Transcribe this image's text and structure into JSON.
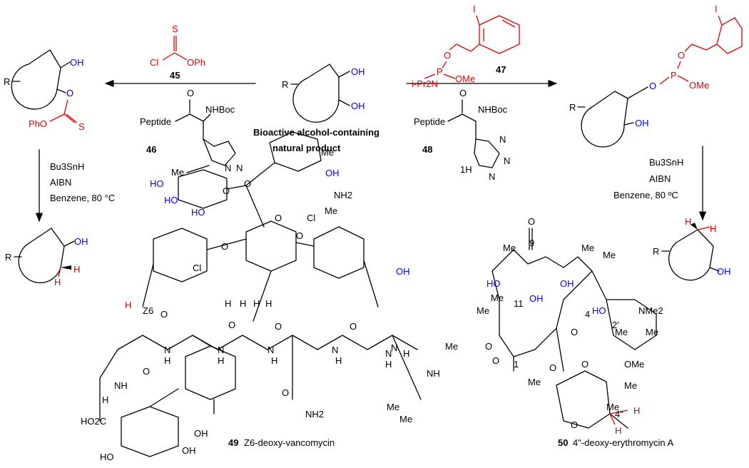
{
  "center": {
    "title_line1": "Bioactive alcohol-containing",
    "title_line2": "natural product",
    "R": "R",
    "OH1": "OH",
    "OH2": "OH"
  },
  "left_reagent": {
    "S": "S",
    "Cl": "Cl",
    "OPh": "OPh",
    "number": "45"
  },
  "left_catalyst": {
    "peptide": "Peptide",
    "O": "O",
    "NHBoc": "NHBoc",
    "number": "46",
    "MeN": "Me",
    "N": "N",
    "N2": "N"
  },
  "left_product": {
    "R": "R",
    "OH": "OH",
    "O": "O",
    "PhO": "PhO",
    "S": "S"
  },
  "left_conditions": {
    "line1": "Bu3SnH",
    "line2": "AIBN",
    "line3": "Benzene, 80 °C"
  },
  "left_final": {
    "R": "R",
    "OH": "OH",
    "H1": "H",
    "H2": "H"
  },
  "right_reagent": {
    "I": "I",
    "O": "O",
    "P": "P",
    "iPr2N": "i-Pr2N",
    "OMe": "OMe",
    "number": "47"
  },
  "right_catalyst": {
    "peptide": "Peptide",
    "O": "O",
    "NHBoc": "NHBoc",
    "number": "48",
    "HN": "1H",
    "N": "N",
    "N2": "N",
    "N3": "N"
  },
  "right_product": {
    "I": "I",
    "O": "O",
    "P": "P",
    "OMe": "OMe",
    "R": "R",
    "O2": "O",
    "OH": "OH"
  },
  "right_conditions": {
    "line1": "Bu3SnH",
    "line2": "AIBN",
    "line3": "Benzene, 80 ºC"
  },
  "right_final": {
    "R": "R",
    "H1": "H",
    "H2": "H",
    "OH": "OH"
  },
  "vanco": {
    "number": "49",
    "caption": "Z6-deoxy-vancomycin",
    "labels": [
      "OH",
      "NH2",
      "Me",
      "Me",
      "HO",
      "HO",
      "HO",
      "O",
      "O",
      "O",
      "O",
      "O",
      "Cl",
      "Cl",
      "OH",
      "H",
      "Z6",
      "O",
      "O",
      "O",
      "O",
      "N",
      "H",
      "N",
      "H",
      "N",
      "H",
      "N",
      "H",
      "N",
      "H",
      "NH",
      "H",
      "HO2C",
      "HO",
      "OH",
      "OH",
      "NH2",
      "O",
      "O",
      "N",
      "H",
      "NH",
      "Me",
      "Me",
      "Me",
      "H",
      "H",
      "H",
      "H"
    ]
  },
  "erythro": {
    "number": "50",
    "caption": "4\"-deoxy-erythromycin A",
    "labels": [
      "O",
      "9",
      "Me",
      "Me",
      "HO",
      "OH",
      "Me",
      "Me",
      "11",
      "OH",
      "HO",
      "2'",
      "NMe2",
      "Me",
      "Me",
      "4",
      "O",
      "O",
      "Me",
      "O",
      "1",
      "O",
      "Me",
      "O",
      "OMe",
      "Me",
      "O",
      "Me",
      "4\"",
      "H",
      "H"
    ]
  }
}
